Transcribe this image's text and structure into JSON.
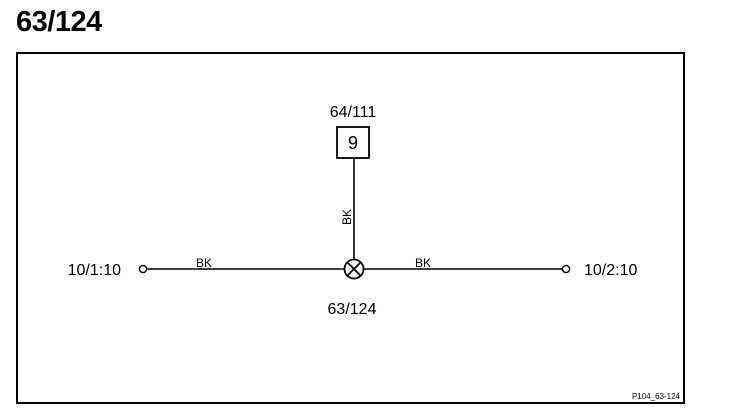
{
  "page": {
    "title": "63/124"
  },
  "diagram": {
    "connector_top": {
      "label": "64/111",
      "pin": "9"
    },
    "connector_left": {
      "label": "10/1:10"
    },
    "connector_right": {
      "label": "10/2:10"
    },
    "splice": {
      "label": "63/124"
    },
    "wires": {
      "left": "BK",
      "right": "BK",
      "vertical": "BK"
    },
    "reference_code": "P104_63-124"
  }
}
